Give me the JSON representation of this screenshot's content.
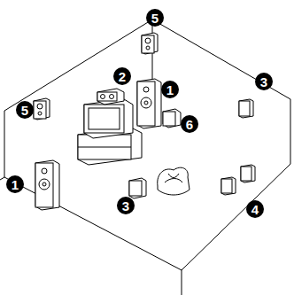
{
  "diagram": {
    "labels": [
      "5",
      "2",
      "3",
      "1",
      "5",
      "6",
      "1",
      "3",
      "4"
    ]
  }
}
